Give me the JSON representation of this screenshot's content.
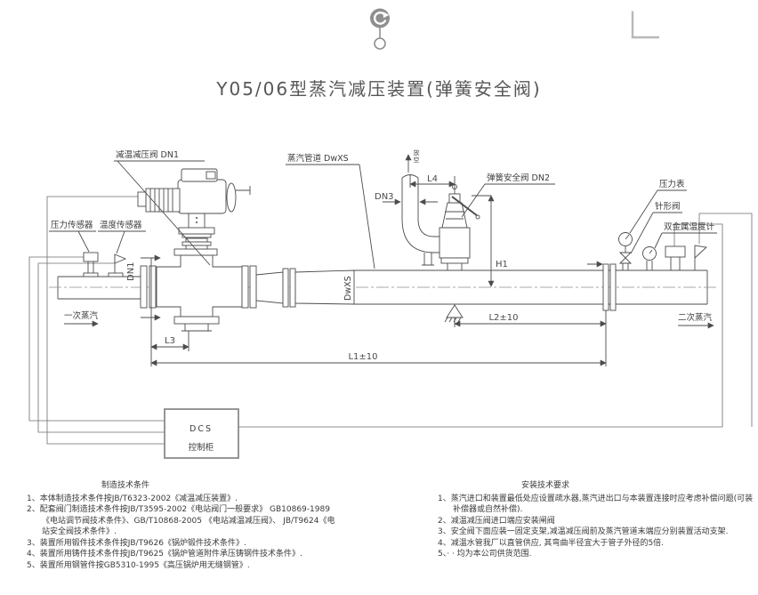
{
  "title": "Y05/06型蒸汽减压装置(弹簧安全阀)",
  "overlay": {
    "rotate_handle_icon": "rotate-arrow",
    "corner_mark": "crop-corner"
  },
  "diagram": {
    "labels": {
      "reducing_valve": "减温减压阀 DN1",
      "steam_pipe": "蒸汽管道 DwXS",
      "safety_valve": "弹簧安全阀 DN2",
      "vent": "放空",
      "pressure_transmitter": "压力传感器",
      "temperature_transmitter": "温度传感器",
      "pressure_gauge": "压力表",
      "needle_valve": "针形阀",
      "bimetal_thermometer": "双金属温度计",
      "primary_steam": "一次蒸汽",
      "secondary_steam": "二次蒸汽",
      "pipe_spec_vertical": "DwXS"
    },
    "dimensions": {
      "dn1": "DN1",
      "dn3": "DN3",
      "l1": "L1±10",
      "l2": "L2±10",
      "l3": "L3",
      "l4": "L4",
      "h1": "H1"
    },
    "dcs": {
      "line1": "DCS",
      "line2": "控制柜"
    }
  },
  "notes_left": {
    "heading": "制造技术条件",
    "items": [
      "1、本体制造技术条件按JB/T6323-2002《减温减压装置》.",
      "2、配套阀门制造技术条件按JB/T3595-2002《电站阀门一般要求》 GB10869-1989《电站调节阀技术条件》、GB/T10868-2005 《电站减温减压阀》、 JB/T9624《电站安全阀技术条件》.",
      "3、装置所用锻件技术条件按JB/T9626《锅炉锻件技术条件》.",
      "4、装置所用铸件技术条件按JB/T9625《锅炉管道附件承压铸钢件技术条件》.",
      "5、装置所用钢管件按GB5310-1995《高压锅炉用无缝钢管》."
    ]
  },
  "notes_right": {
    "heading": "安装技术要求",
    "items": [
      "1、蒸汽进口和装置最低处应设置疏水器,蒸汽进出口与本装置连接时应考虑补偿问题(可装补偿器或自然补偿).",
      "2、减温减压阀进口端应安装闸阀",
      "3、安全阀下面应装一固定支架,减温减压阀前及蒸汽管道末端应分别装置活动支架.",
      "4、减温水管我厂以直管供应, 其弯曲半径宜大于管子外径的5倍.",
      "5、· · 均为本公司供货范围."
    ]
  }
}
